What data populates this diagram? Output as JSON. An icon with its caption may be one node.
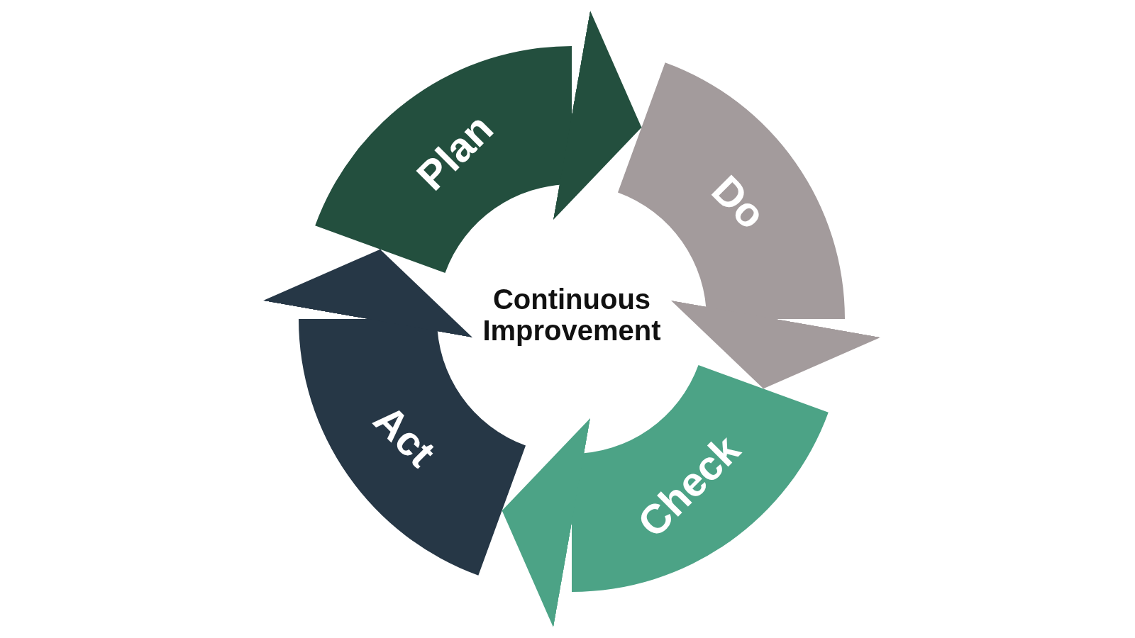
{
  "diagram": {
    "nodes": [
      {
        "text": [
          "Plan"
        ]
      },
      {
        "text": [
          "Do"
        ]
      },
      {
        "text": [
          "Check"
        ]
      },
      {
        "text": [
          "Act"
        ]
      }
    ],
    "edges": [
      {
        "from": 0,
        "to": 1,
        "arrow": "to",
        "color": "#234f3e"
      },
      {
        "from": 1,
        "to": 2,
        "arrow": "to",
        "color": "#a39b9c"
      },
      {
        "from": 2,
        "to": 3,
        "arrow": "to",
        "color": "#4ca386"
      },
      {
        "from": 3,
        "to": 0,
        "arrow": "to",
        "color": "#263746"
      }
    ],
    "labels": [
      "Continuous Improvement"
    ]
  }
}
